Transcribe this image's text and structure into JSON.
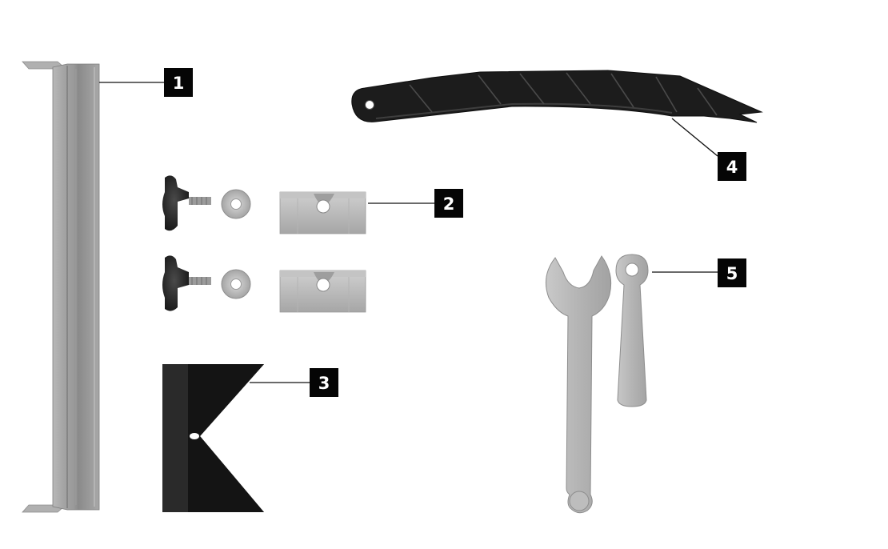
{
  "callouts": [
    {
      "id": "1",
      "label": "1"
    },
    {
      "id": "2",
      "label": "2"
    },
    {
      "id": "3",
      "label": "3"
    },
    {
      "id": "4",
      "label": "4"
    },
    {
      "id": "5",
      "label": "5"
    }
  ],
  "colors": {
    "badge": "#050505",
    "badge_text": "#ffffff",
    "metal_light": "#bdbdbd",
    "metal_mid": "#a9a9a9",
    "metal_dark": "#8e8e8e",
    "plastic_dark": "#1c1c1c"
  }
}
